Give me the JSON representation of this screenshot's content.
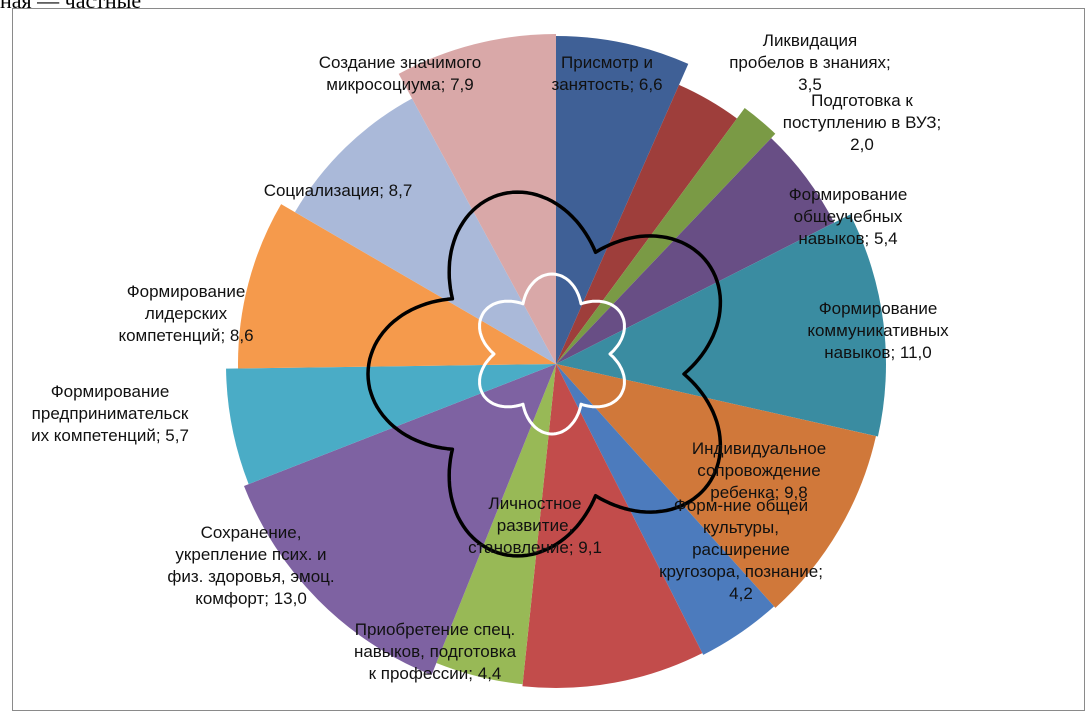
{
  "top_fragment_text": "ная — частные",
  "chart_data": {
    "type": "pie",
    "title": "",
    "slices": [
      {
        "label": "Присмотр и занятость",
        "value": 6.6,
        "value_text": "6,6",
        "color": "#3f6096"
      },
      {
        "label": "Ликвидация пробелов в знаниях",
        "value": 3.5,
        "value_text": "3,5",
        "color": "#9e3e3b"
      },
      {
        "label": "Подготовка к поступлению в ВУЗ",
        "value": 2.0,
        "value_text": "2,0",
        "color": "#7a9a45"
      },
      {
        "label": "Формирование общеучебных навыков",
        "value": 5.4,
        "value_text": "5,4",
        "color": "#684e85"
      },
      {
        "label": "Формирование коммуникативных навыков",
        "value": 11.0,
        "value_text": "11,0",
        "color": "#3a8ca1"
      },
      {
        "label": "Индивидуальное сопровождение ребенка",
        "value": 9.8,
        "value_text": "9,8",
        "color": "#d0783a"
      },
      {
        "label": "Форм-ние общей культуры, расширение кругозора, познание",
        "value": 4.2,
        "value_text": "4,2",
        "color": "#4c7bbd"
      },
      {
        "label": "Личностное развитие, становление",
        "value": 9.1,
        "value_text": "9,1",
        "color": "#c24c4b"
      },
      {
        "label": "Приобретение спец. навыков, подготовка к профессии",
        "value": 4.4,
        "value_text": "4,4",
        "color": "#98b956"
      },
      {
        "label": "Сохранение, укрепление псих. и физ. здоровья, эмоц. комфорт",
        "value": 13.0,
        "value_text": "13,0",
        "color": "#7e62a2"
      },
      {
        "label": "Формирование предпринимательских компетенций",
        "value": 5.7,
        "value_text": "5,7",
        "color": "#4aacc6"
      },
      {
        "label": "Формирование лидерских компетенций",
        "value": 8.6,
        "value_text": "8,6",
        "color": "#f59a4c"
      },
      {
        "label": "Социализация",
        "value": 8.7,
        "value_text": "8,7",
        "color": "#aab9d9"
      },
      {
        "label": "Создание значимого микросоциума",
        "value": 7.9,
        "value_text": "7,9",
        "color": "#d9a8a8"
      }
    ],
    "labels": [
      {
        "lines": [
          "Присмотр и",
          "занятость; 6,6"
        ]
      },
      {
        "lines": [
          "Ликвидация",
          "пробелов в знаниях;",
          "3,5"
        ]
      },
      {
        "lines": [
          "Подготовка к",
          "поступлению в ВУЗ;",
          "2,0"
        ]
      },
      {
        "lines": [
          "Формирование",
          "общеучебных",
          "навыков; 5,4"
        ]
      },
      {
        "lines": [
          "Формирование",
          "коммуникативных",
          "навыков; 11,0"
        ]
      },
      {
        "lines": [
          "Индивидуальное",
          "сопровождение",
          "ребенка; 9,8"
        ]
      },
      {
        "lines": [
          "Форм-ние общей",
          "культуры,",
          "расширение",
          "кругозора, познание;",
          "4,2"
        ]
      },
      {
        "lines": [
          "Личностное",
          "развитие,",
          "становление; 9,1"
        ]
      },
      {
        "lines": [
          "Приобретение спец.",
          "навыков, подготовка",
          "к профессии; 4,4"
        ]
      },
      {
        "lines": [
          "Сохранение,",
          "укрепление псих. и",
          "физ. здоровья, эмоц.",
          "комфорт; 13,0"
        ]
      },
      {
        "lines": [
          "Формирование",
          "предпринимательск",
          "их компетенций; 5,7"
        ]
      },
      {
        "lines": [
          "Формирование",
          "лидерских",
          "компетенций; 8,6"
        ]
      },
      {
        "lines": [
          "Социализация; 8,7"
        ]
      },
      {
        "lines": [
          "Создание значимого",
          "микросоциума; 7,9"
        ]
      }
    ],
    "legend": "none",
    "overlays": [
      "black-hand-drawn-flower",
      "white-hand-drawn-flower"
    ]
  }
}
